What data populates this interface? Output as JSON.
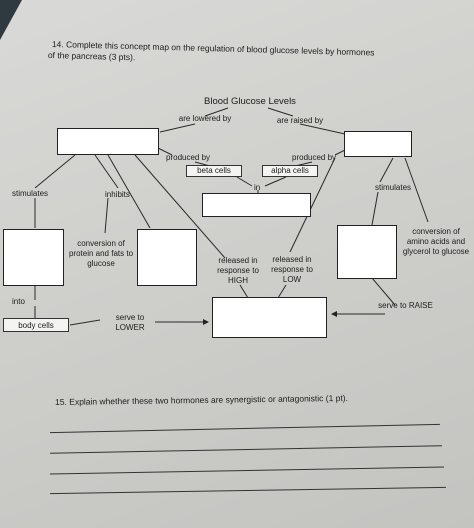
{
  "q14": {
    "line1": "14. Complete this concept map on the regulation of blood glucose levels by hormones",
    "line2": "of the pancreas (3 pts)."
  },
  "map": {
    "title": "Blood Glucose Levels",
    "are_lowered_by": "are lowered by",
    "are_raised_by": "are raised by",
    "produced_by_left": "produced by",
    "produced_by_right": "produced by",
    "beta_cells": "beta cells",
    "alpha_cells": "alpha cells",
    "in": "in",
    "stimulates_left": "stimulates",
    "inhibits": "inhibits",
    "stimulates_right": "stimulates",
    "conversion_protein": "conversion of protein and fats to glucose",
    "conversion_amino": "conversion of amino acids and glycerol to glucose",
    "released_high": "released in response to HIGH",
    "released_low": "released in response to LOW",
    "into": "into",
    "body_cells": "body cells",
    "serve_lower": "serve to LOWER",
    "serve_raise": "serve to RAISE"
  },
  "q15": {
    "text": "15. Explain whether these two hormones are synergistic or antagonistic (1 pt)."
  }
}
